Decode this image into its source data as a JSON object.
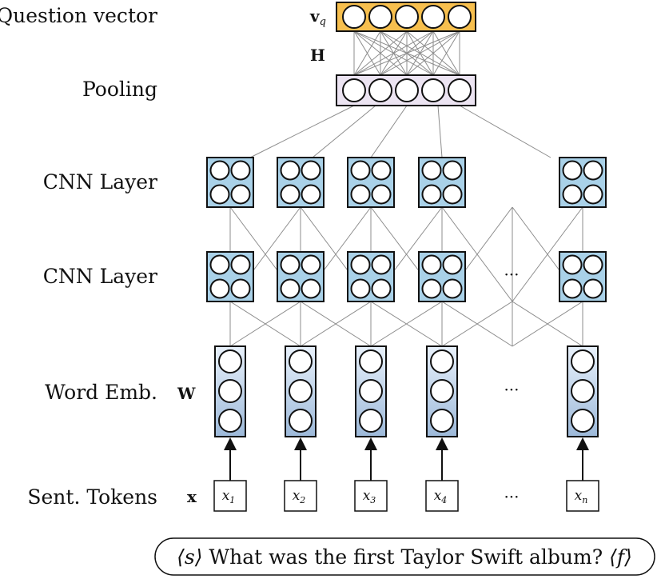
{
  "row_labels": {
    "question_vector": "Question vector",
    "pooling": "Pooling",
    "cnn_layer_top": "CNN Layer",
    "cnn_layer_bottom": "CNN Layer",
    "word_emb": "Word Emb.",
    "sent_tokens": "Sent. Tokens"
  },
  "symbols": {
    "vq_main": "v",
    "vq_sub": "q",
    "H": "H",
    "W": "W",
    "x": "x"
  },
  "tokens": [
    {
      "main": "x",
      "sub": "1"
    },
    {
      "main": "x",
      "sub": "2"
    },
    {
      "main": "x",
      "sub": "3"
    },
    {
      "main": "x",
      "sub": "4"
    },
    {
      "main": "x",
      "sub": "n"
    }
  ],
  "ellipsis": "···",
  "sentence": {
    "open": "⟨s⟩",
    "text": " What was the first Taylor Swift album? ",
    "close": "⟨f⟩"
  },
  "colors": {
    "question_fill": "#f7bf4e",
    "pooling_fill": "#ece4f2",
    "cnn_fill": "#a9d1e8",
    "emb_top": "#e8f1fb",
    "emb_bottom": "#9db9d9",
    "line": "#8c8c8c",
    "stroke": "#111111"
  }
}
